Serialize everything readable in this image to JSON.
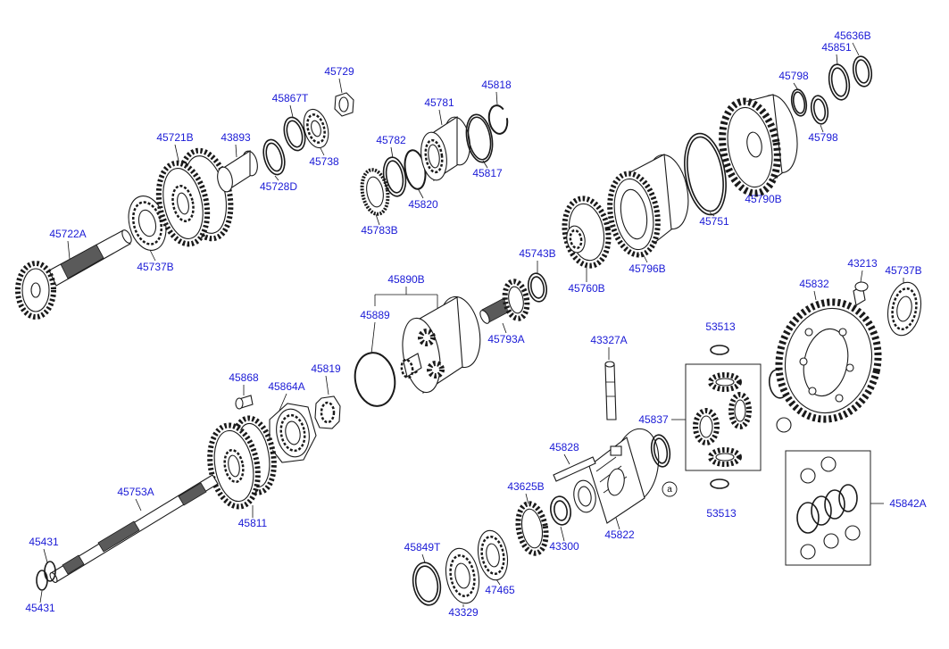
{
  "parts": [
    "45636B",
    "45851",
    "45729",
    "45798",
    "45818",
    "45867T",
    "45781",
    "45721B",
    "43893",
    "45782",
    "45738",
    "45798",
    "45817",
    "45728D",
    "45820",
    "45790B",
    "45751",
    "45783B",
    "45722A",
    "45737B",
    "45743B",
    "45796B",
    "43213",
    "45737B",
    "45890B",
    "45760B",
    "45832",
    "45889",
    "53513",
    "45793A",
    "43327A",
    "45819",
    "45868",
    "45864A",
    "45837",
    "45828",
    "45753A",
    "43625B",
    "45842A",
    "45811",
    "53513",
    "45822",
    "43300",
    "45431",
    "45849T",
    "47465",
    "45431",
    "43329"
  ],
  "callout": "a"
}
